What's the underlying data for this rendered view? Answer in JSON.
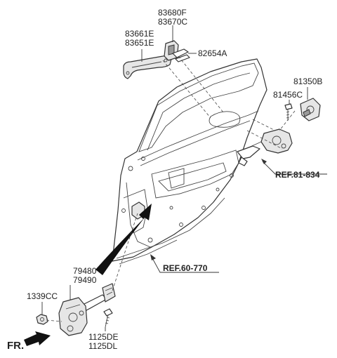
{
  "parts": {
    "p83680F": "83680F",
    "p83670C": "83670C",
    "p83661E": "83661E",
    "p83651E": "83651E",
    "p82654A": "82654A",
    "p81350B": "81350B",
    "p81456C": "81456C",
    "p79480": "79480",
    "p79490": "79490",
    "p1339CC": "1339CC",
    "p1125DE": "1125DE",
    "p1125DL": "1125DL"
  },
  "refs": {
    "ref_81_834": "REF.81-834",
    "ref_60_770": "REF.60-770"
  },
  "direction": "FR.",
  "colors": {
    "line": "#333333",
    "fill": "#ffffff",
    "shade": "#e6e6e6",
    "arrow": "#111111"
  }
}
